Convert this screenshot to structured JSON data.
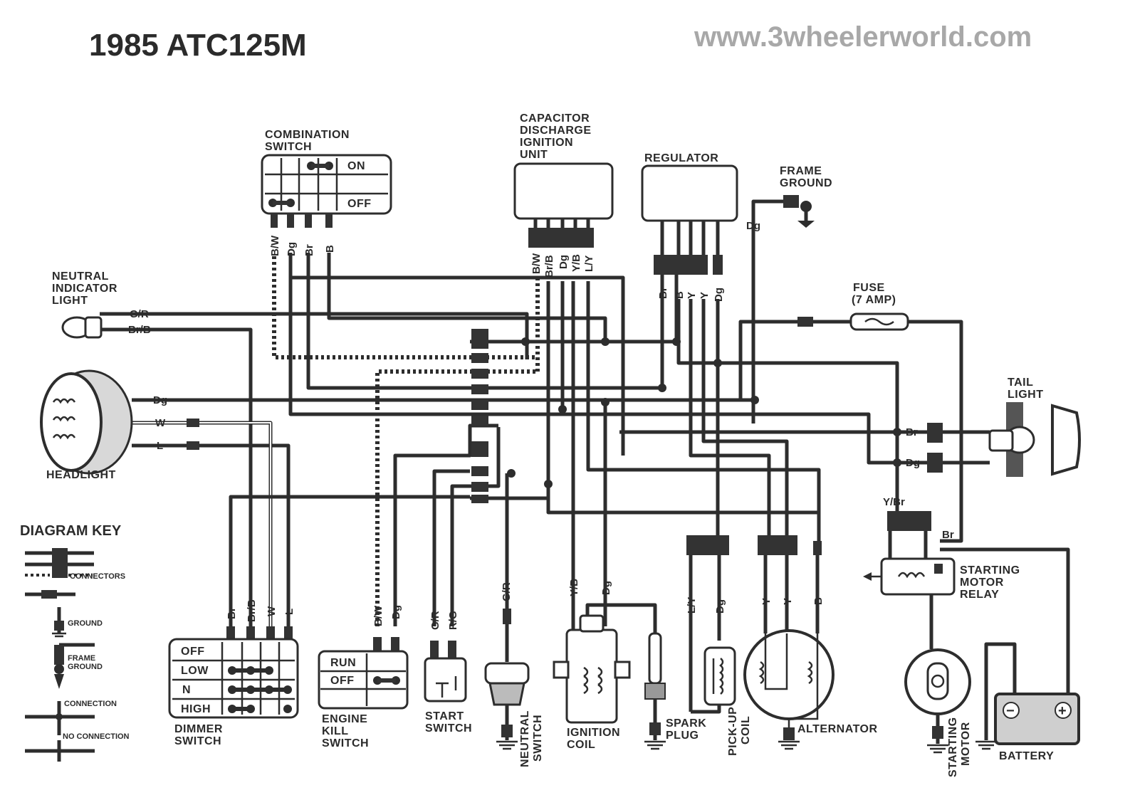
{
  "title": "1985 ATC125M",
  "website": "www.3wheelerworld.com",
  "combination_switch": {
    "title": [
      "COMBINATION",
      "SWITCH"
    ],
    "on": "ON",
    "off": "OFF",
    "wires": [
      "B/W",
      "Dg",
      "Br",
      "B"
    ]
  },
  "cdi_unit": {
    "title": [
      "CAPACITOR",
      "DISCHARGE",
      "IGNITION",
      "UNIT"
    ],
    "wires": [
      "B/W",
      "Br/B",
      "Dg",
      "Y/B",
      "L/Y"
    ]
  },
  "regulator": {
    "title": "REGULATOR",
    "wires": [
      "Br",
      "B",
      "Y",
      "Y",
      "Dg"
    ]
  },
  "frame_ground": {
    "title": [
      "FRAME",
      "GROUND"
    ],
    "wire": "Dg"
  },
  "neutral_indicator": {
    "title": [
      "NEUTRAL",
      "INDICATOR",
      "LIGHT"
    ],
    "wires": [
      "G/R",
      "Br/B"
    ]
  },
  "headlight": {
    "title": "HEADLIGHT",
    "wires": [
      "Dg",
      "W",
      "L"
    ]
  },
  "fuse": {
    "title": "FUSE",
    "rating": "(7 AMP)"
  },
  "tail_light": {
    "title": [
      "TAIL",
      "LIGHT"
    ],
    "wires": [
      "Br",
      "Dg"
    ]
  },
  "starting_motor_relay": {
    "title": [
      "STARTING",
      "MOTOR",
      "RELAY"
    ],
    "wires": [
      "Y/Br",
      "Br"
    ]
  },
  "dimmer_switch": {
    "title": [
      "DIMMER",
      "SWITCH"
    ],
    "positions": [
      "OFF",
      "LOW",
      "N",
      "HIGH"
    ],
    "wires": [
      "Br",
      "Br/B",
      "W",
      "L"
    ]
  },
  "engine_kill_switch": {
    "title": [
      "ENGINE",
      "KILL",
      "SWITCH"
    ],
    "positions": [
      "RUN",
      "OFF"
    ],
    "wires": [
      "B/W",
      "Dg"
    ]
  },
  "start_switch": {
    "title": [
      "START",
      "SWITCH"
    ],
    "wires": [
      "G/R",
      "R/G"
    ]
  },
  "neutral_switch": {
    "title": [
      "NEUTRAL",
      "SWITCH"
    ],
    "wire": "G/R"
  },
  "ignition_coil": {
    "title": [
      "IGNITION",
      "COIL"
    ],
    "wires": [
      "Y/B",
      "Dg"
    ]
  },
  "spark_plug": {
    "title": [
      "SPARK",
      "PLUG"
    ]
  },
  "pickup_coil": {
    "title": [
      "PICK-UP",
      "COIL"
    ],
    "wires": [
      "L/Y",
      "Dg"
    ]
  },
  "alternator": {
    "title": "ALTERNATOR",
    "wires": [
      "Y",
      "Y",
      "B"
    ]
  },
  "starting_motor": {
    "title": [
      "STARTING",
      "MOTOR"
    ]
  },
  "battery": {
    "title": "BATTERY",
    "neg": "−",
    "pos": "+"
  },
  "diagram_key": {
    "title": "DIAGRAM KEY",
    "items": [
      "CONNECTORS",
      "GROUND",
      "FRAME",
      "GROUND",
      "CONNECTION",
      "NO CONNECTION"
    ]
  }
}
